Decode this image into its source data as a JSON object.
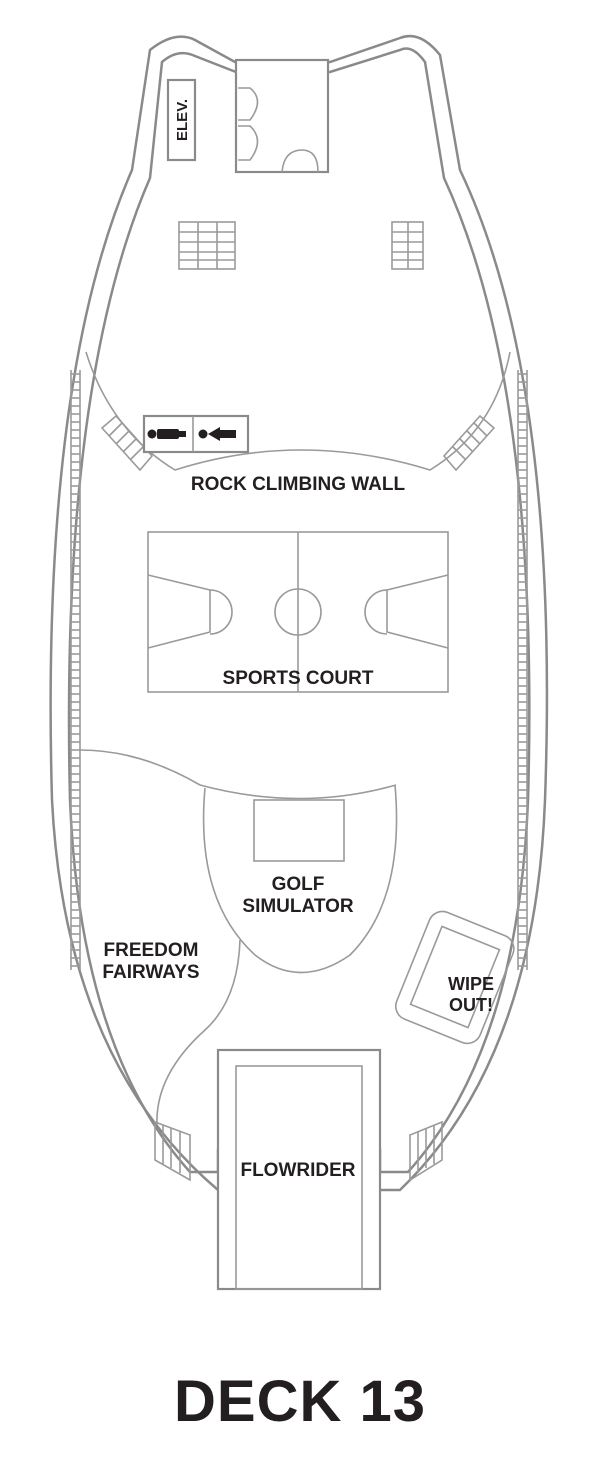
{
  "deck": {
    "title": "DECK 13"
  },
  "areas": {
    "elevator": "ELEV.",
    "rock_climbing_wall": "ROCK CLIMBING WALL",
    "sports_court": "SPORTS COURT",
    "golf_simulator_line1": "GOLF",
    "golf_simulator_line2": "SIMULATOR",
    "freedom_fairways_line1": "FREEDOM",
    "freedom_fairways_line2": "FAIRWAYS",
    "wipe_out_line1": "WIPE",
    "wipe_out_line2": "OUT!",
    "flowrider": "FLOWRIDER"
  },
  "icons": {
    "restroom_men": "man-icon",
    "restroom_women": "woman-icon"
  },
  "colors": {
    "outline": "#8a8a8a",
    "text": "#231f20",
    "background": "#ffffff"
  }
}
